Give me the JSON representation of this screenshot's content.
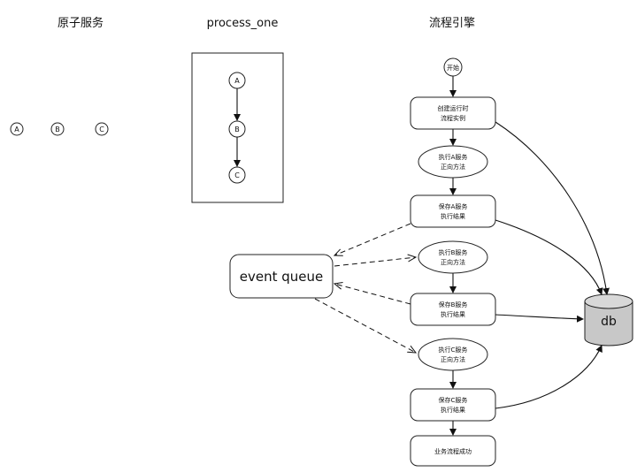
{
  "headings": {
    "atomic": "原子服务",
    "process": "process_one",
    "engine": "流程引擎"
  },
  "atomic_services": [
    "A",
    "B",
    "C"
  ],
  "process_one": [
    "A",
    "B",
    "C"
  ],
  "engine": {
    "start": "开始",
    "create_line1": "创建运行时",
    "create_line2": "流程实例",
    "execA_line1": "执行A服务",
    "execA_line2": "正向方法",
    "saveA_line1": "保存A服务",
    "saveA_line2": "执行结果",
    "execB_line1": "执行B服务",
    "execB_line2": "正向方法",
    "saveB_line1": "保存B服务",
    "saveB_line2": "执行结果",
    "execC_line1": "执行C服务",
    "execC_line2": "正向方法",
    "saveC_line1": "保存C服务",
    "saveC_line2": "执行结果",
    "success": "业务流程成功"
  },
  "event_queue": "event queue",
  "db": "db"
}
